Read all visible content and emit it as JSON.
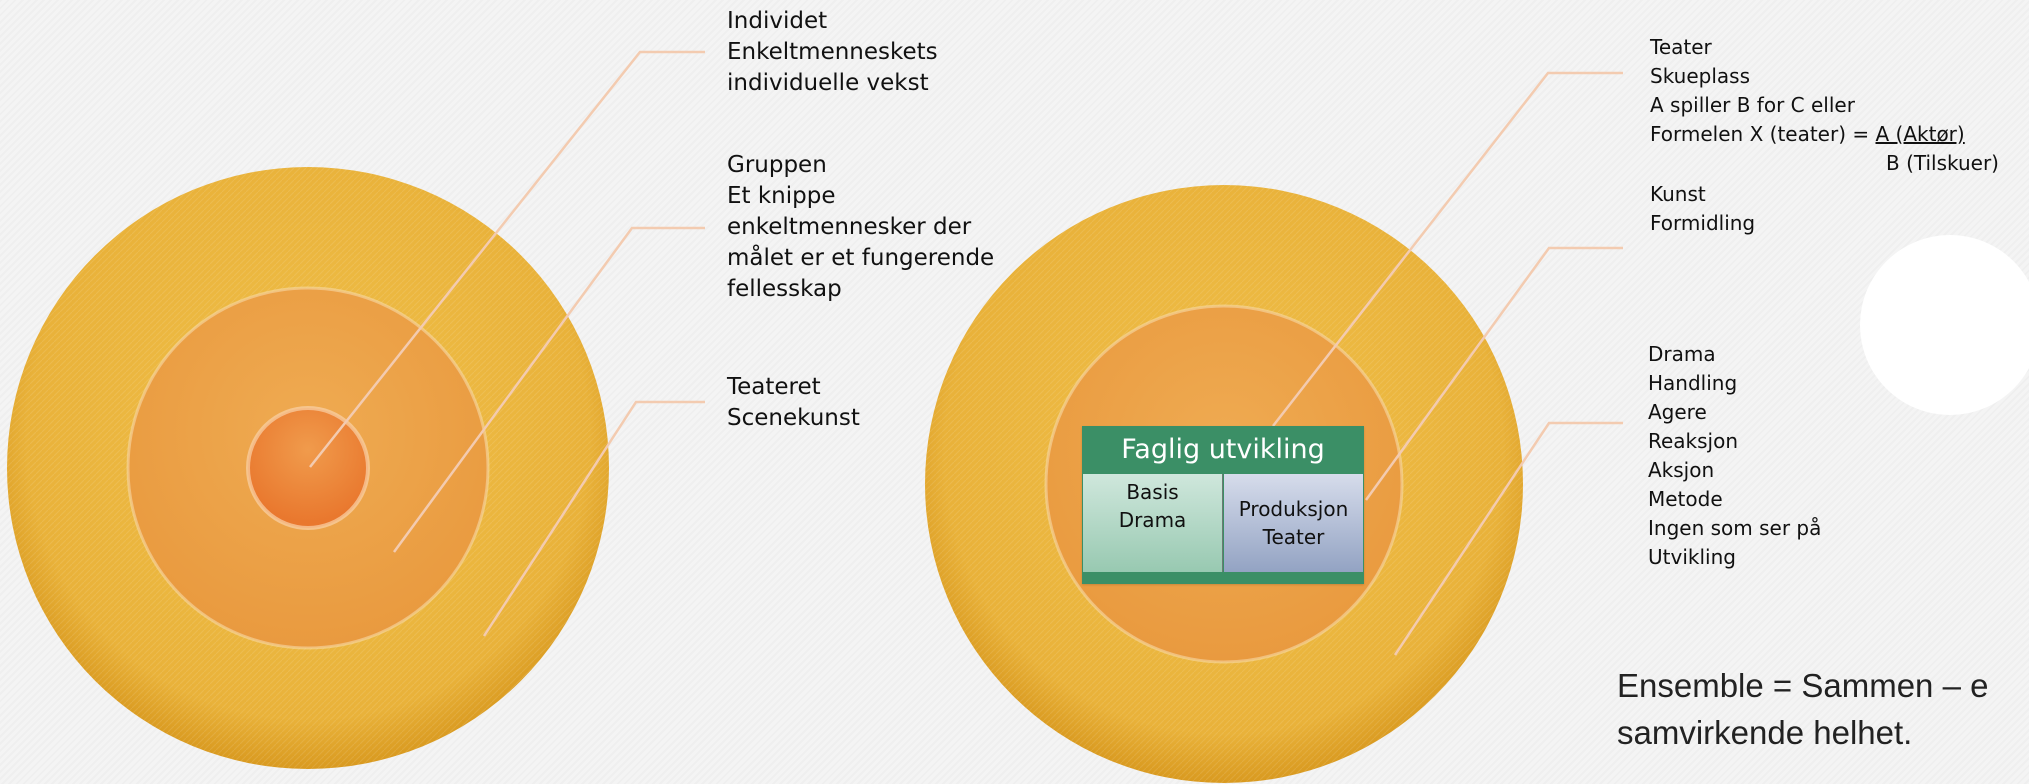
{
  "colors": {
    "outer_ring": "#eab843",
    "middle_ring": "#eda64a",
    "inner_circle": "#ef8a3c",
    "callout_line": "#f2c8a6",
    "faglig_header": "#3b8f66",
    "basis_cell": "#a9d3bf",
    "produksjon_cell": "#a6b3cf"
  },
  "left_labels": {
    "individ": [
      "Individet",
      "Enkeltmenneskets",
      "individuelle vekst"
    ],
    "gruppe": [
      "Gruppen",
      "Et knippe",
      "enkeltmennesker der",
      "målet er et fungerende",
      "fellesskap"
    ],
    "teater": [
      "Teateret",
      "Scenekunst"
    ]
  },
  "right_labels": {
    "teater_lines": [
      "Teater",
      "Skueplass",
      "A spiller B for C eller"
    ],
    "formula_prefix": "Formelen X (teater) = ",
    "formula_numerator": "A (Aktør)",
    "formula_denominator": "B  (Tilskuer)",
    "kunst": [
      "Kunst",
      "Formidling"
    ],
    "drama": [
      "Drama",
      "Handling",
      "Agere",
      "Reaksjon",
      "Aksjon",
      "Metode",
      "Ingen som ser på",
      "Utvikling"
    ]
  },
  "faglig": {
    "title": "Faglig utvikling",
    "basis": [
      "Basis",
      "Drama"
    ],
    "produksjon": [
      "Produksjon",
      "Teater"
    ]
  },
  "ensemble": [
    "Ensemble = Sammen – e",
    "samvirkende helhet."
  ]
}
